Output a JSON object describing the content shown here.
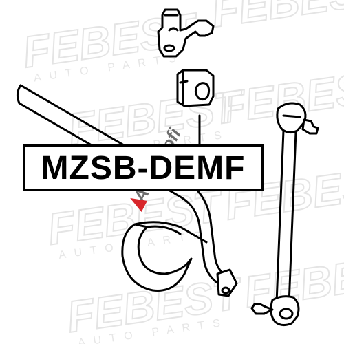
{
  "watermark": {
    "brand": "FEBEST",
    "tagline": "AUTO PARTS",
    "color": "#e4e4e4"
  },
  "part_number": "MZSB-DEMF",
  "overlay_logo": "Autoprofi",
  "colors": {
    "ink": "#000000",
    "overlay_red": "#d8262b",
    "overlay_gray": "#6e6e6e"
  }
}
